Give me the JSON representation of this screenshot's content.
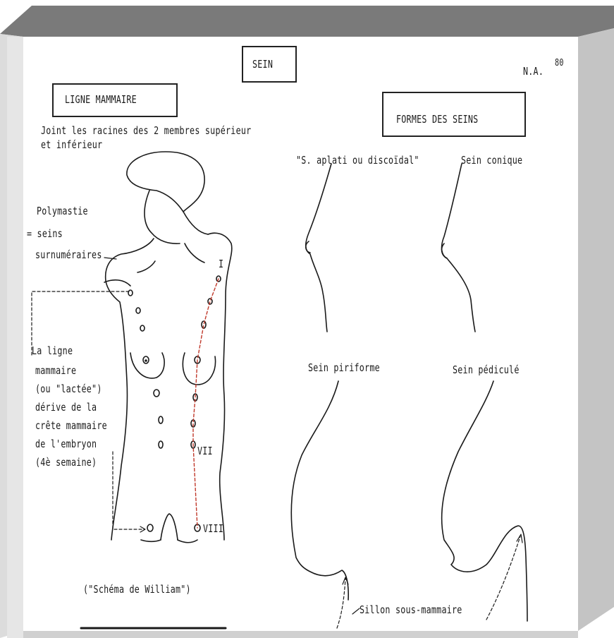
{
  "sheet": {
    "title": "SEIN",
    "ref": "N.A.",
    "ref_num": "80"
  },
  "left": {
    "heading": "LIGNE  MAMMAIRE",
    "caption_line1": "Joint les racines des 2 membres supérieur",
    "caption_line2": "et inférieur",
    "polymastie_1": "Polymastie",
    "polymastie_2": "= seins",
    "polymastie_3": "surnuméraires",
    "ligne_1": "La ligne",
    "ligne_2": "mammaire",
    "ligne_3": "(ou \"lactée\")",
    "ligne_4": "dérive de la",
    "ligne_5": "crête mammaire",
    "ligne_6": "de l'embryon",
    "ligne_7": "(4è semaine)",
    "roman_1": "I",
    "roman_7": "VII",
    "roman_8": "VIII",
    "schema": "(\"Schéma de William\")"
  },
  "right": {
    "heading": "FORMES  DES  SEINS",
    "shape_1": "\"S. aplati ou discoïdal\"",
    "shape_2": "Sein conique",
    "shape_3": "Sein piriforme",
    "shape_4": "Sein pédiculé",
    "sillon": "Sillon sous-mammaire"
  },
  "colors": {
    "frame_top": "#7a7a7a",
    "frame_right": "#c8c8c8",
    "frame_left": "#d9d9d9",
    "ink": "#1a1a1a",
    "milk_line": "#c0392b"
  }
}
